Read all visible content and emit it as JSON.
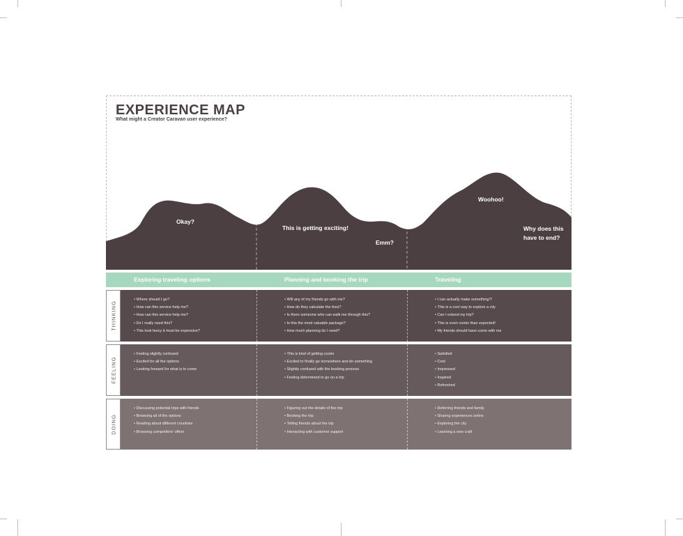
{
  "title": "EXPERIENCE MAP",
  "subtitle": "What might a Creator Caravan user experience?",
  "peaks": {
    "okay": "Okay?",
    "exciting": "This is getting exciting!",
    "emm": "Emm?",
    "woohoo": "Woohoo!",
    "end_line1": "Why does this",
    "end_line2": "have to end?"
  },
  "stages": [
    "Exploring traveling options",
    "Planning and booking the trip",
    "Traveling"
  ],
  "colors": {
    "curve": "#4b3f42",
    "stage_bar": "#a6d8bd",
    "thinking": "#574a4d",
    "feeling": "#675a5c",
    "doing": "#7f7272"
  },
  "rows": [
    {
      "label": "THINKING",
      "columns": [
        [
          "Where should I go?",
          "How can this service help me?",
          "How can this service help me?",
          "Do I really need this?",
          "This look fancy it must be expensive?"
        ],
        [
          "Will any of my friends go with me?",
          "How do they calculate the fees?",
          "Is there someone who can walk me through this?",
          "Is this the most valuable package?",
          "How much planning do I need?"
        ],
        [
          "I can actually make something!?",
          "This is a cool way to explore a city",
          "Can I extend my trip?",
          "This is even cooler than expected!",
          "My friends should have come with me"
        ]
      ]
    },
    {
      "label": "FEELING",
      "columns": [
        [
          "Feeling slightly confused",
          "Excited for all the options",
          "Looking forward for what is to come"
        ],
        [
          "This is kind of getting cooler",
          "Excited to finally go somewhere and do something",
          "Slightly confused with the booking process",
          "Feeling determined to go on a trip"
        ],
        [
          "Satisfied",
          "Cool",
          "Impressed",
          "Inspired",
          "Refreshed"
        ]
      ]
    },
    {
      "label": "DOING",
      "columns": [
        [
          "Discussing potential trips with friends",
          "Browsing all of the options",
          "Reading about different countries",
          "Browsing competitors' offers"
        ],
        [
          "Figuring out the details of the trip",
          "Booking the trip",
          "Telling friends about the trip",
          "Interacting with customer support"
        ],
        [
          "Referring friends and family",
          "Sharing experiences online",
          "Exploring the city",
          "Learning a new craft"
        ]
      ]
    }
  ]
}
